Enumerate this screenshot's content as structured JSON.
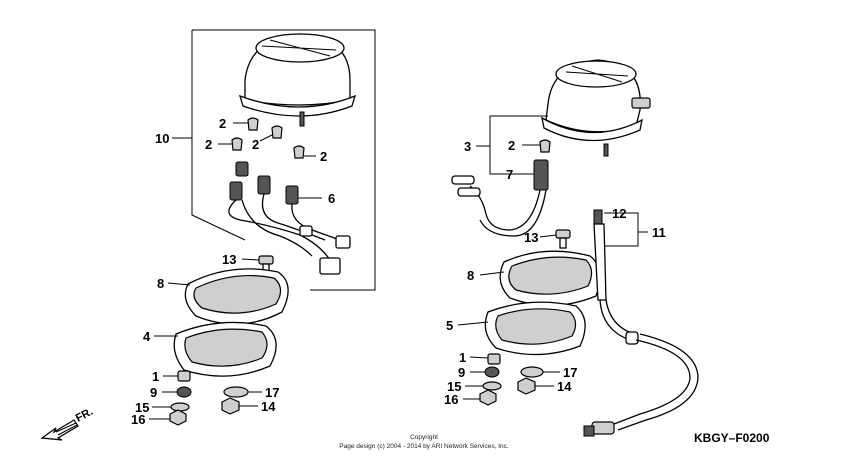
{
  "callouts": {
    "n10": "10",
    "n2a": "2",
    "n2b": "2",
    "n2c": "2",
    "n2d": "2",
    "n6": "6",
    "n13a": "13",
    "n8a": "8",
    "n4": "4",
    "n1a": "1",
    "n9a": "9",
    "n15a": "15",
    "n16a": "16",
    "n17a": "17",
    "n14a": "14",
    "n3": "3",
    "n2e": "2",
    "n7": "7",
    "n12": "12",
    "n11": "11",
    "n13b": "13",
    "n8b": "8",
    "n5": "5",
    "n1b": "1",
    "n9b": "9",
    "n15b": "15",
    "n16b": "16",
    "n17b": "17",
    "n14b": "14"
  },
  "direction_label": "FR.",
  "diagram_code": "KBGY–F0200",
  "copyright": {
    "line1": "Copyright",
    "line2": "Page design (c) 2004 - 2014 by ARI Network Services, Inc."
  }
}
